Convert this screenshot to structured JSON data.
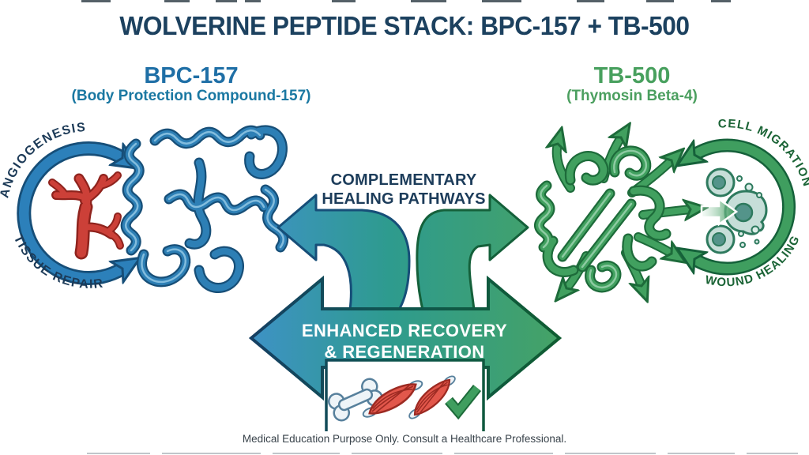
{
  "title": "WOLVERINE PEPTIDE STACK: BPC-157 + TB-500",
  "left_panel": {
    "heading": "BPC-157",
    "subheading": "(Body Protection Compound-157)",
    "cycle_label_top": "ANGIOGENESIS",
    "cycle_label_bottom": "TISSUE REPAIR"
  },
  "right_panel": {
    "heading": "TB-500",
    "subheading": "(Thymosin Beta-4)",
    "cycle_label_top": "CELL MIGRATION",
    "cycle_label_bottom": "WOUND HEALING"
  },
  "center": {
    "pathways_line1": "COMPLEMENTARY",
    "pathways_line2": "HEALING PATHWAYS",
    "recovery_line1": "ENHANCED RECOVERY",
    "recovery_line2": "& REGENERATION"
  },
  "footer": {
    "disclaimer": "Medical Education Purpose Only. Consult a Healthcare Professional."
  },
  "icons": [
    "bone-icon",
    "muscle-icon",
    "muscle-icon",
    "check-icon"
  ],
  "colors": {
    "title_navy": "#1c415f",
    "heading_blue": "#1f6fa6",
    "heading_green": "#48a05e",
    "flow_blue": "#3e92c5",
    "flow_teal": "#2e9b8e",
    "flow_green": "#45a266",
    "dark_blue": "#164e78",
    "dark_green": "#15613a",
    "vessel_red": "#cc4038",
    "cell_fill": "#c6ded8",
    "disclaimer_gray": "#39434b"
  }
}
